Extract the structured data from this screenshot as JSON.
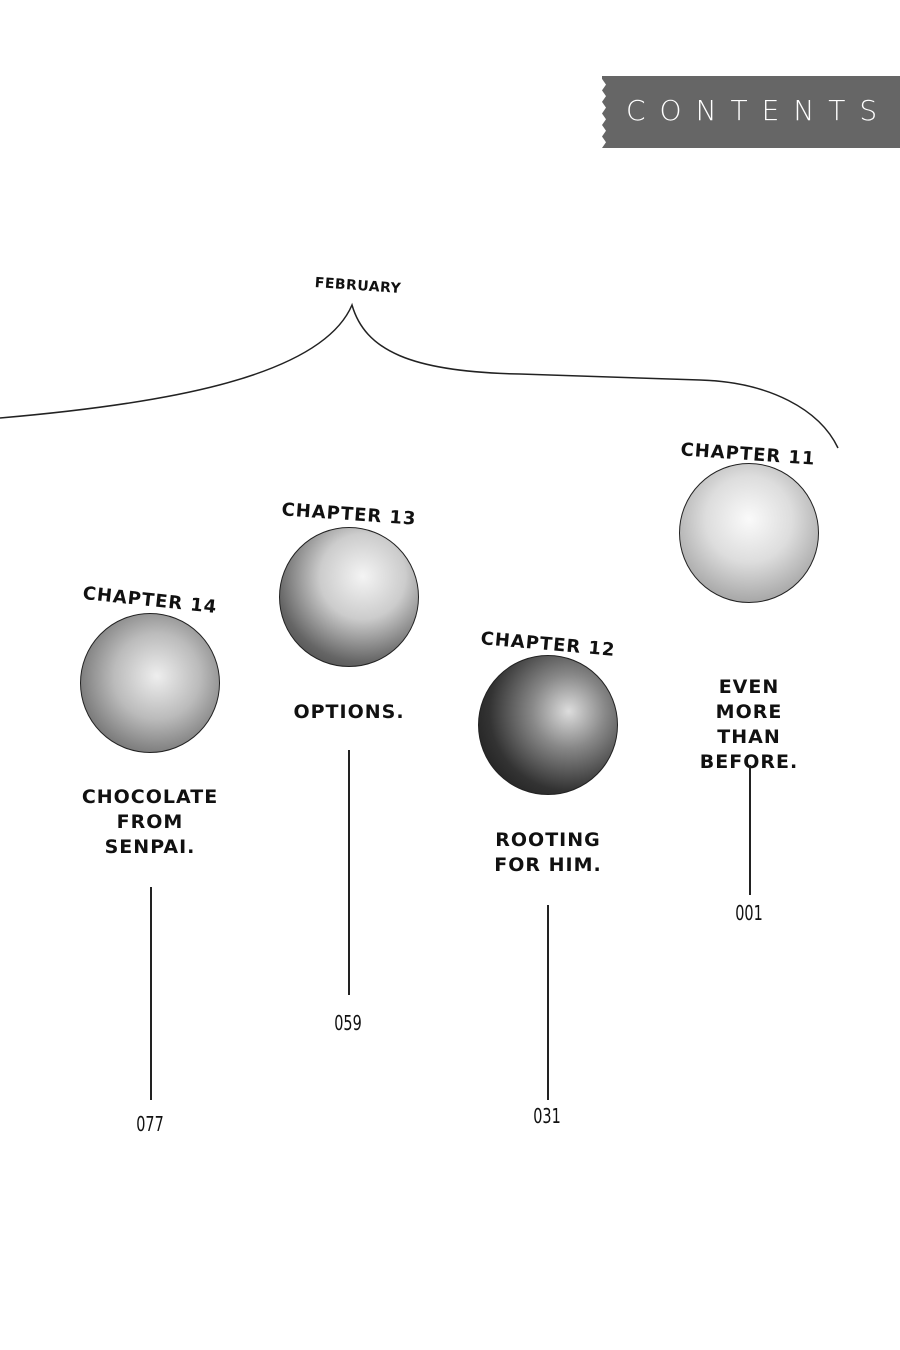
{
  "header": {
    "title": "CONTENTS"
  },
  "month": "FEBRUARY",
  "chapters": [
    {
      "label": "CHAPTER 14",
      "title": "CHOCOLATE\nFROM\nSENPAI.",
      "page": "077"
    },
    {
      "label": "CHAPTER 13",
      "title": "OPTIONS.",
      "page": "059"
    },
    {
      "label": "CHAPTER 12",
      "title": "ROOTING\nFOR HIM.",
      "page": "031"
    },
    {
      "label": "CHAPTER 11",
      "title": "EVEN\nMORE\nTHAN\nBEFORE.",
      "page": "001"
    }
  ],
  "colors": {
    "banner": "#666666",
    "ink": "#111111"
  }
}
